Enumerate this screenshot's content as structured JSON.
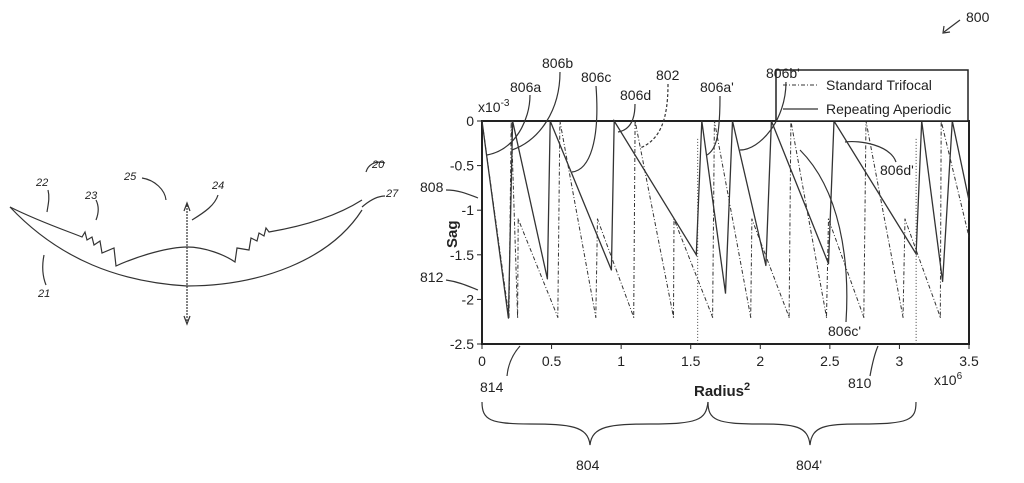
{
  "figure_number": "800",
  "lens_diagram": {
    "labels": [
      "20",
      "21",
      "22",
      "23",
      "24",
      "25",
      "27"
    ]
  },
  "annotations": {
    "a806a": "806a",
    "a806b": "806b",
    "a806c": "806c",
    "a806d": "806d",
    "a802": "802",
    "a806a_p": "806a'",
    "a806b_p": "806b'",
    "a806c_p": "806c'",
    "a806d_p": "806d'",
    "a808": "808",
    "a812": "812",
    "a814": "814",
    "a810": "810",
    "a804": "804",
    "a804_p": "804'"
  },
  "chart_data": {
    "type": "line",
    "title": "",
    "xlabel": "Radius",
    "xlabel_sup": "2",
    "ylabel": "Sag",
    "x_multiplier": "x10",
    "x_multiplier_exp": "6",
    "y_multiplier": "x10",
    "y_multiplier_exp": "-3",
    "xlim": [
      0,
      3.5
    ],
    "ylim": [
      -2.5,
      0
    ],
    "xticks": [
      "0",
      "0.5",
      "1",
      "1.5",
      "2",
      "2.5",
      "3",
      "3.5"
    ],
    "xtick_values": [
      0,
      0.5,
      1,
      1.5,
      2,
      2.5,
      3,
      3.5
    ],
    "yticks": [
      "0",
      "-0.5",
      "-1",
      "-1.5",
      "-2",
      "-2.5"
    ],
    "ytick_values": [
      0,
      -0.5,
      -1,
      -1.5,
      -2,
      -2.5
    ],
    "legend_position": "top-right",
    "vertical_markers": [
      1.55,
      3.12
    ],
    "series": [
      {
        "name": "Standard Trifocal",
        "style": "dashed",
        "x": [
          0,
          0.194,
          0.21,
          0.256,
          0.26,
          0.545,
          0.56,
          0.818,
          0.83,
          1.09,
          1.1,
          1.376,
          1.38,
          1.657,
          1.67,
          1.931,
          1.94,
          2.207,
          2.22,
          2.476,
          2.49,
          2.744,
          2.76,
          3.026,
          3.04,
          3.294,
          3.3,
          3.5
        ],
        "y": [
          0,
          -2.2,
          0,
          -2.2,
          -1.1,
          -2.2,
          0,
          -2.2,
          -1.1,
          -2.2,
          0,
          -2.2,
          -1.1,
          -2.2,
          0,
          -2.2,
          -1.1,
          -2.2,
          0,
          -2.2,
          -1.1,
          -2.2,
          0,
          -2.2,
          -1.1,
          -2.2,
          0,
          -1.3
        ]
      },
      {
        "name": "Repeating Aperiodic",
        "style": "solid",
        "x": [
          0,
          0.19,
          0.22,
          0.47,
          0.49,
          0.93,
          0.95,
          1.54,
          1.58,
          1.75,
          1.8,
          2.04,
          2.08,
          2.49,
          2.53,
          3.12,
          3.16,
          3.31,
          3.38,
          3.5
        ],
        "y": [
          0,
          -2.21,
          0,
          -1.77,
          0,
          -1.67,
          0,
          -1.5,
          0,
          -1.93,
          0,
          -1.62,
          0,
          -1.6,
          0,
          -1.49,
          0,
          -1.8,
          0,
          -0.89
        ]
      }
    ]
  }
}
